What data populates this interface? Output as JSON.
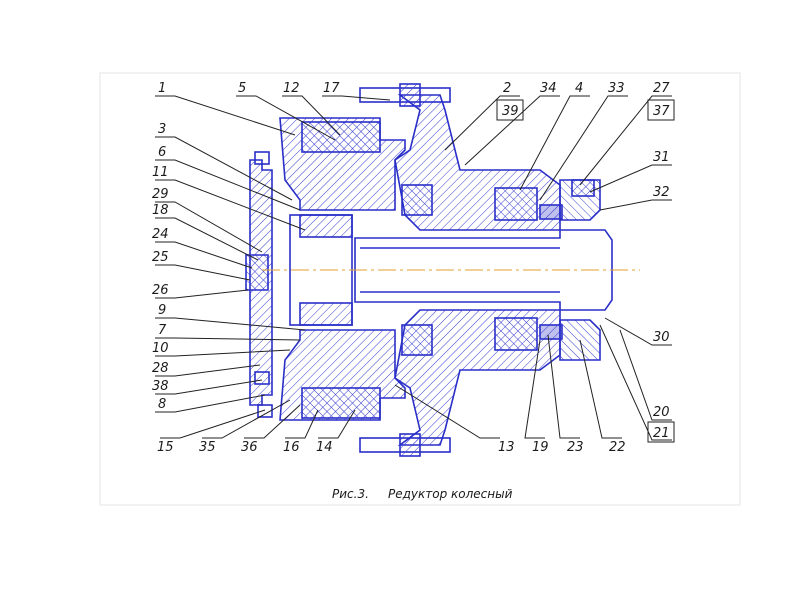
{
  "caption": {
    "figure": "Рис.3.",
    "title": "Редуктор колесный"
  },
  "callouts": {
    "top_left": [
      "1",
      "5",
      "12",
      "17"
    ],
    "top_right": [
      "2",
      "34",
      "4",
      "33",
      "27"
    ],
    "top_right_boxed_lower": [
      "39",
      "37"
    ],
    "right": [
      "31",
      "32",
      "30",
      "20",
      "21"
    ],
    "left": [
      "3",
      "6",
      "11",
      "29",
      "18",
      "24",
      "25",
      "26",
      "9",
      "7",
      "10",
      "28",
      "38",
      "8"
    ],
    "bottom": [
      "15",
      "35",
      "36",
      "16",
      "14",
      "13",
      "19",
      "23",
      "22"
    ]
  },
  "colors": {
    "outline": "#2a2fc8",
    "hatch": "#3a3fd0",
    "leader": "#222222",
    "centerline": "#e0a030",
    "background": "#ffffff"
  }
}
